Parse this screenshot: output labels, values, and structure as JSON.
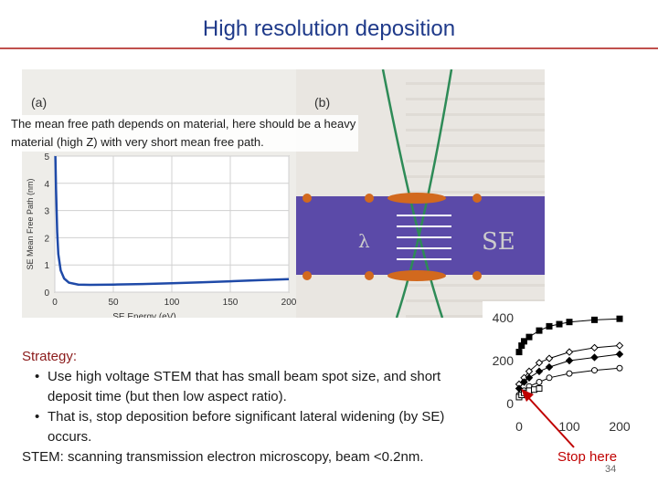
{
  "slide": {
    "title": "High resolution deposition",
    "page_number": "34",
    "stop_label": "Stop here"
  },
  "figure": {
    "label_a": "(a)",
    "label_b": "(b)",
    "overlay_text": "The mean free path depends on material, here should be a heavy material (high Z) with very short mean free path.",
    "lambda_symbol": "λ",
    "se_label": "SE",
    "colors": {
      "film": "#5b4aa8",
      "beam": "#2e8b57",
      "ellipse": "#d2691e"
    }
  },
  "strategy": {
    "heading": "Strategy:",
    "bullets": [
      "Use high voltage STEM that has small beam spot size, and short deposit time (but then low aspect ratio).",
      "That is, stop deposition before significant lateral widening (by SE) occurs."
    ],
    "footer": "STEM: scanning transmission electron microscopy, beam <0.2nm."
  },
  "chart_data": [
    {
      "type": "line",
      "xlabel": "SE Energy (eV)",
      "ylabel": "SE Mean Free Path (nm)",
      "xlim": [
        0,
        200
      ],
      "ylim": [
        0,
        5
      ],
      "x_ticks": [
        "0",
        "50",
        "100",
        "150",
        "200"
      ],
      "y_ticks": [
        "0",
        "1",
        "2",
        "3",
        "4",
        "5"
      ],
      "grid": true,
      "series": [
        {
          "x": [
            0.5,
            1,
            2,
            3,
            5,
            8,
            12,
            20,
            30,
            50,
            75,
            100,
            125,
            150,
            175,
            200
          ],
          "y": [
            5.0,
            3.8,
            2.2,
            1.4,
            0.8,
            0.5,
            0.35,
            0.28,
            0.27,
            0.28,
            0.3,
            0.33,
            0.36,
            0.4,
            0.44,
            0.48
          ]
        }
      ]
    },
    {
      "type": "line",
      "xlim": [
        0,
        200
      ],
      "ylim": [
        0,
        400
      ],
      "x_ticks": [
        "0",
        "100",
        "200"
      ],
      "y_ticks": [
        "0",
        "200",
        "400"
      ],
      "series": [
        {
          "marker": "square-filled",
          "x": [
            0,
            5,
            10,
            20,
            40,
            60,
            80,
            100,
            150,
            200
          ],
          "y": [
            240,
            270,
            290,
            310,
            340,
            360,
            370,
            380,
            390,
            395
          ]
        },
        {
          "marker": "diamond-open",
          "x": [
            0,
            10,
            20,
            40,
            60,
            100,
            150,
            200
          ],
          "y": [
            90,
            120,
            150,
            190,
            210,
            240,
            260,
            270
          ]
        },
        {
          "marker": "diamond-filled",
          "x": [
            0,
            10,
            20,
            40,
            60,
            100,
            150,
            200
          ],
          "y": [
            70,
            100,
            120,
            150,
            170,
            200,
            215,
            230
          ]
        },
        {
          "marker": "circle-open",
          "x": [
            0,
            10,
            20,
            40,
            60,
            100,
            150,
            200
          ],
          "y": [
            40,
            60,
            80,
            100,
            120,
            140,
            155,
            165
          ]
        },
        {
          "marker": "square-open",
          "x": [
            0,
            5,
            10,
            20,
            30,
            40
          ],
          "y": [
            30,
            40,
            50,
            60,
            65,
            70
          ]
        }
      ]
    }
  ]
}
